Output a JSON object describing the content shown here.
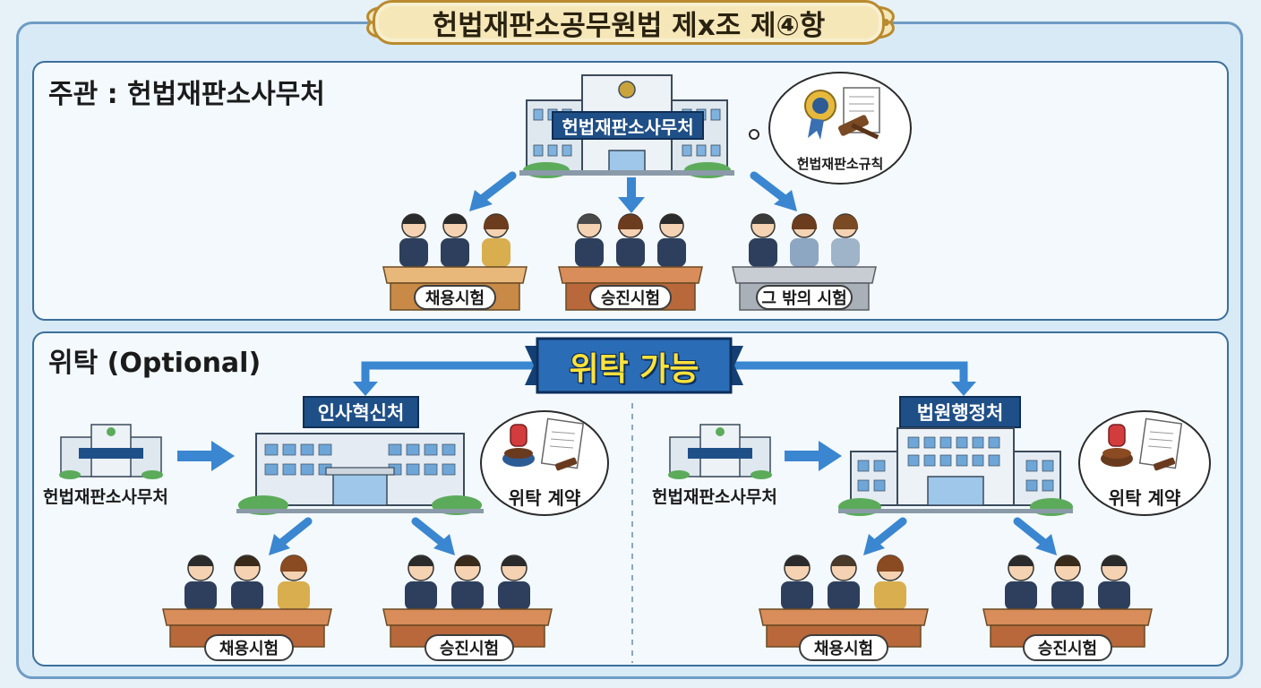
{
  "title": "헌법재판소공무원법 제x조 제④항",
  "top_section": {
    "label": "주관 : 헌법재판소사무처",
    "building_label": "헌법재판소사무처",
    "bubble_text": "헌법재판소규칙",
    "exams": [
      "채용시험",
      "승진시험",
      "그 밖의 시험"
    ]
  },
  "bottom_section": {
    "label": "위탁 (Optional)",
    "ribbon": "위탁 가능",
    "left": {
      "source": "헌법재판소사무처",
      "agency": "인사혁신처",
      "bubble": "위탁 계약",
      "exams": [
        "채용시험",
        "승진시험"
      ]
    },
    "right": {
      "source": "헌법재판소사무처",
      "agency": "법원행정처",
      "bubble": "위탁 계약",
      "exams": [
        "채용시험",
        "승진시험"
      ]
    }
  },
  "colors": {
    "accent": "#1f4f87",
    "arrow": "#3a86d0",
    "banner": "#f6e7b9",
    "panel_border": "#3c6f9c"
  }
}
